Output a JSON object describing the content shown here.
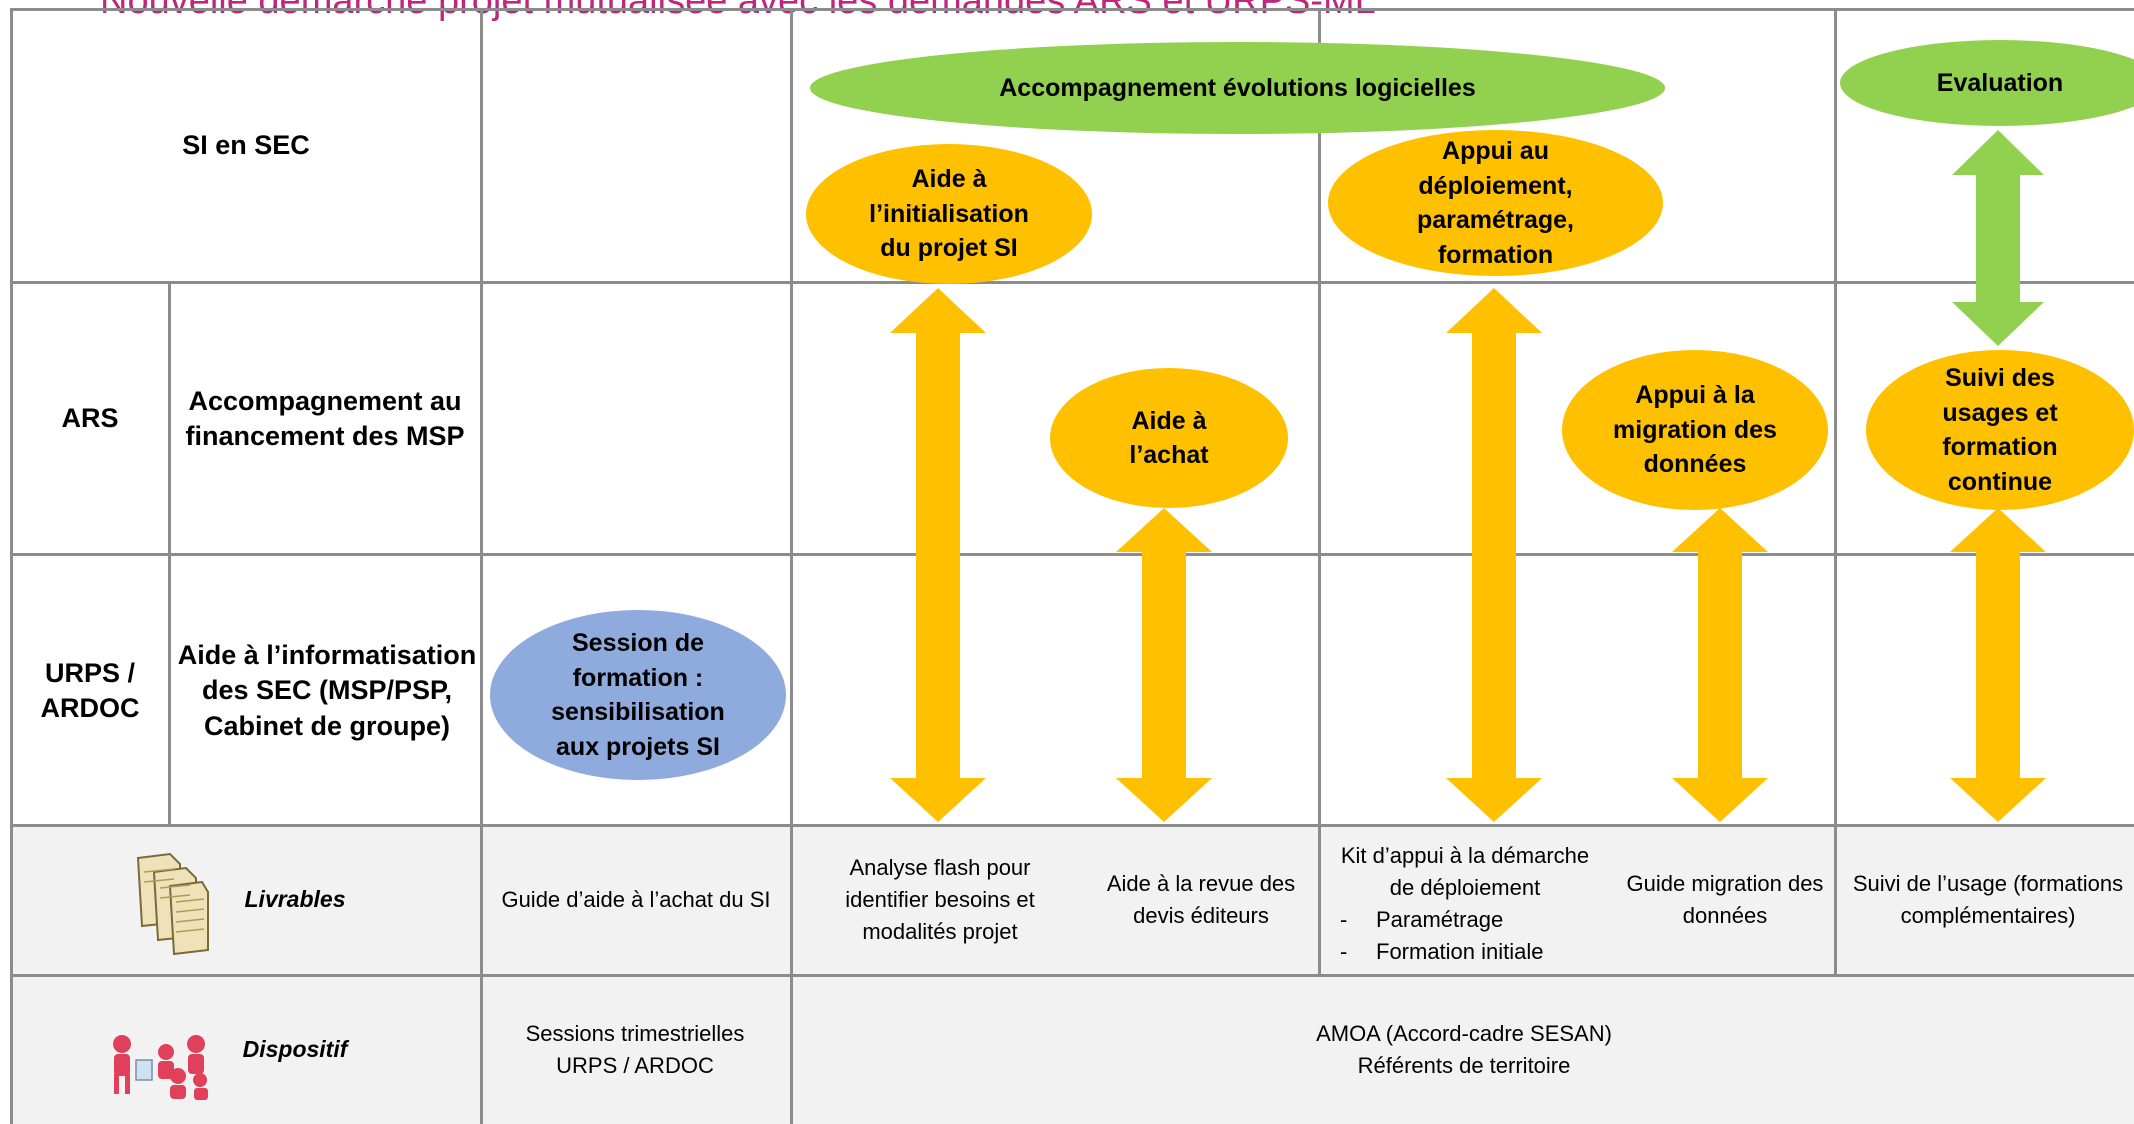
{
  "title": "Nouvelle démarche projet mutualisée avec les demandes ARS et URPS-ML",
  "rows": {
    "si_sec": "SI en SEC",
    "ars": "ARS",
    "ars_desc": "Accompagnement au financement des MSP",
    "urps": "URPS / ARDOC",
    "urps_desc": "Aide à l’informatisation des SEC (MSP/PSP, Cabinet de groupe)",
    "livrables": "Livrables",
    "dispositif": "Dispositif"
  },
  "ellipses": {
    "accompagnement": "Accompagnement évolutions logicielles",
    "evaluation": "Evaluation",
    "initialisation": "Aide à l’initialisation du projet SI",
    "deploiement": "Appui au déploiement, paramétrage, formation",
    "achat": "Aide à l’achat",
    "migration": "Appui à la migration des données",
    "suivi": "Suivi des usages et formation continue",
    "session": "Session de formation : sensibilisation aux projets SI"
  },
  "livrables": {
    "guide_achat": "Guide d’aide à l’achat du SI",
    "analyse_flash": "Analyse flash pour identifier besoins et modalités projet",
    "revue_devis": "Aide à la revue des devis éditeurs",
    "kit_title": "Kit d’appui à la démarche de déploiement",
    "kit_items": [
      "Paramétrage",
      "Formation initiale"
    ],
    "kit_bullet": "-",
    "guide_migration": "Guide migration des données",
    "suivi_usage": "Suivi de l’usage (formations complémentaires)"
  },
  "dispositif": {
    "sessions": "Sessions trimestrielles URPS / ARDOC",
    "amoa_line1": "AMOA (Accord-cadre SESAN)",
    "amoa_line2": "Référents de territoire"
  },
  "colors": {
    "title": "#c0267e",
    "green": "#92d050",
    "orange": "#ffc000",
    "blue": "#8faadc",
    "band": "#f2f2f2",
    "grid": "#8c8c8c"
  },
  "icons": {
    "livrables": "documents-icon",
    "dispositif": "team-meeting-icon"
  }
}
